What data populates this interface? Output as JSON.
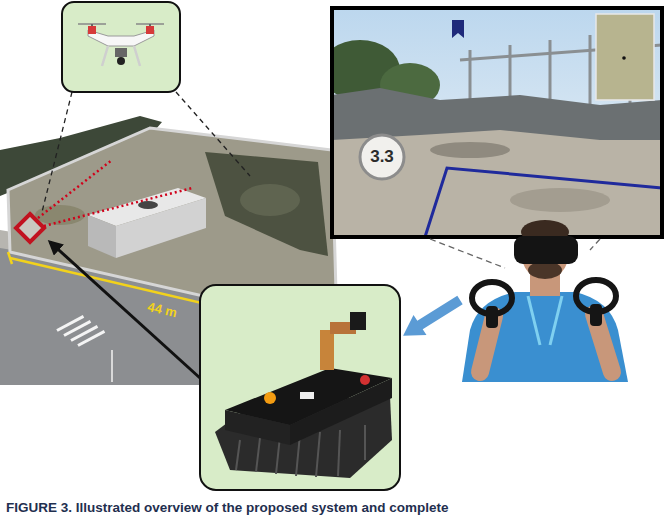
{
  "diagram": {
    "caption": "FIGURE 3. Illustrated overview of the proposed system and complete",
    "nodes": [
      {
        "text": [
          "3.3"
        ]
      }
    ],
    "labels": [
      "44 m"
    ]
  }
}
